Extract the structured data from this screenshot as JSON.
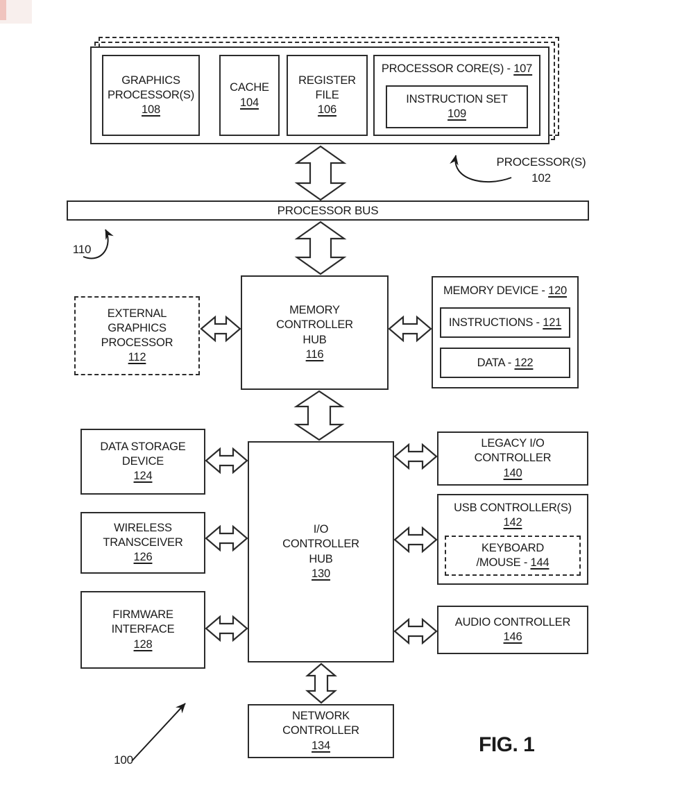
{
  "figure": {
    "caption": "FIG. 1",
    "system_ref": "100"
  },
  "processor": {
    "label": "PROCESSOR(S)",
    "ref": "102",
    "graphics_processor": {
      "line1": "GRAPHICS",
      "line2": "PROCESSOR(S)",
      "ref": "108"
    },
    "cache": {
      "line1": "CACHE",
      "ref": "104"
    },
    "register_file": {
      "line1": "REGISTER",
      "line2": "FILE",
      "ref": "106"
    },
    "processor_cores": {
      "title": "PROCESSOR CORE(S) -",
      "ref": "107"
    },
    "instruction_set": {
      "line1": "INSTRUCTION SET",
      "ref": "109"
    }
  },
  "bus": {
    "label": "PROCESSOR BUS",
    "ref": "110"
  },
  "memory_controller_hub": {
    "line1": "MEMORY",
    "line2": "CONTROLLER",
    "line3": "HUB",
    "ref": "116"
  },
  "external_graphics": {
    "line1": "EXTERNAL",
    "line2": "GRAPHICS",
    "line3": "PROCESSOR",
    "ref": "112"
  },
  "memory_device": {
    "title": "MEMORY DEVICE -",
    "ref": "120",
    "instructions": {
      "title": "INSTRUCTIONS -",
      "ref": "121"
    },
    "data": {
      "title": "DATA -",
      "ref": "122"
    }
  },
  "io_controller_hub": {
    "line1": "I/O",
    "line2": "CONTROLLER",
    "line3": "HUB",
    "ref": "130"
  },
  "data_storage": {
    "line1": "DATA STORAGE",
    "line2": "DEVICE",
    "ref": "124"
  },
  "wireless_transceiver": {
    "line1": "WIRELESS",
    "line2": "TRANSCEIVER",
    "ref": "126"
  },
  "firmware_interface": {
    "line1": "FIRMWARE",
    "line2": "INTERFACE",
    "ref": "128"
  },
  "legacy_io": {
    "line1": "LEGACY I/O",
    "line2": "CONTROLLER",
    "ref": "140"
  },
  "usb_controller": {
    "line1": "USB CONTROLLER(S)",
    "ref": "142",
    "keyboard_mouse": {
      "line1": "KEYBOARD",
      "line2": "/MOUSE -",
      "ref": "144"
    }
  },
  "audio_controller": {
    "line1": "AUDIO CONTROLLER",
    "ref": "146"
  },
  "network_controller": {
    "line1": "NETWORK",
    "line2": "CONTROLLER",
    "ref": "134"
  },
  "connections": [
    {
      "from": "PROCESSOR(S) 102",
      "to": "PROCESSOR BUS 110",
      "style": "hollow-double-arrow"
    },
    {
      "from": "PROCESSOR BUS 110",
      "to": "MEMORY CONTROLLER HUB 116",
      "style": "hollow-double-arrow"
    },
    {
      "from": "EXTERNAL GRAPHICS PROCESSOR 112",
      "to": "MEMORY CONTROLLER HUB 116",
      "style": "hollow-double-arrow"
    },
    {
      "from": "MEMORY CONTROLLER HUB 116",
      "to": "MEMORY DEVICE 120",
      "style": "hollow-double-arrow"
    },
    {
      "from": "MEMORY CONTROLLER HUB 116",
      "to": "I/O CONTROLLER HUB 130",
      "style": "hollow-double-arrow"
    },
    {
      "from": "DATA STORAGE DEVICE 124",
      "to": "I/O CONTROLLER HUB 130",
      "style": "hollow-double-arrow"
    },
    {
      "from": "WIRELESS TRANSCEIVER 126",
      "to": "I/O CONTROLLER HUB 130",
      "style": "hollow-double-arrow"
    },
    {
      "from": "FIRMWARE INTERFACE 128",
      "to": "I/O CONTROLLER HUB 130",
      "style": "hollow-double-arrow"
    },
    {
      "from": "I/O CONTROLLER HUB 130",
      "to": "LEGACY I/O CONTROLLER 140",
      "style": "hollow-double-arrow"
    },
    {
      "from": "I/O CONTROLLER HUB 130",
      "to": "USB CONTROLLER(S) 142",
      "style": "hollow-double-arrow"
    },
    {
      "from": "I/O CONTROLLER HUB 130",
      "to": "AUDIO CONTROLLER 146",
      "style": "hollow-double-arrow"
    },
    {
      "from": "I/O CONTROLLER HUB 130",
      "to": "NETWORK CONTROLLER 134",
      "style": "hollow-double-arrow"
    }
  ]
}
